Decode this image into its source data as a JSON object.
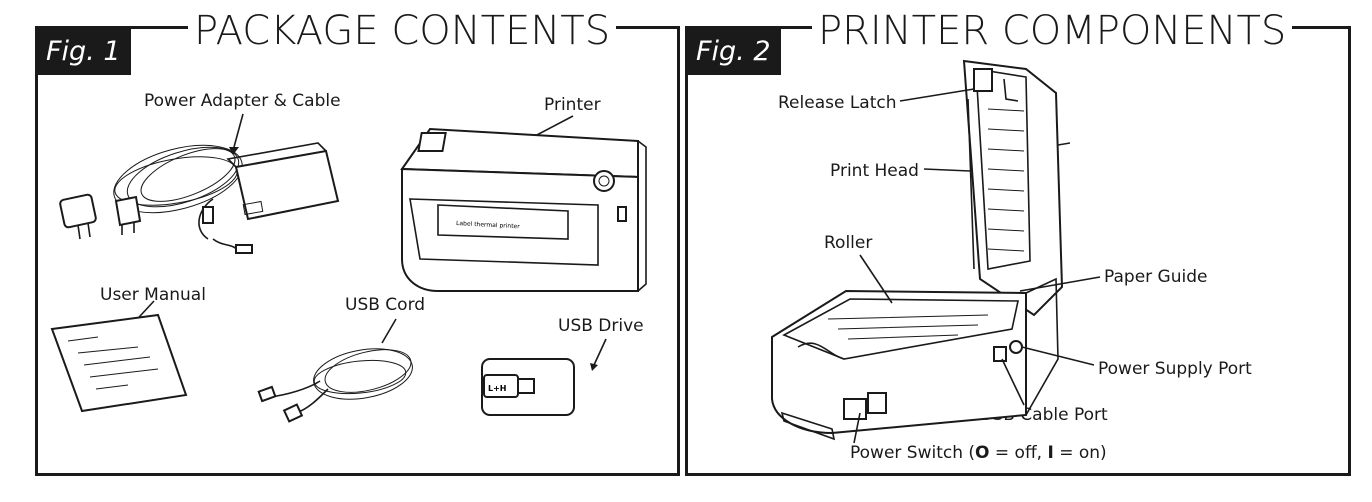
{
  "fig1": {
    "badge": "Fig. 1",
    "title": "PACKAGE CONTENTS",
    "labels": {
      "power_adapter": "Power Adapter & Cable",
      "printer": "Printer",
      "user_manual": "User Manual",
      "usb_cord": "USB Cord",
      "usb_drive": "USB Drive"
    },
    "printer_text": "Label thermal printer",
    "drive_logo": "L+H"
  },
  "fig2": {
    "badge": "Fig. 2",
    "title": "PRINTER COMPONENTS",
    "labels": {
      "release_latch": "Release Latch",
      "print_head": "Print Head",
      "roller": "Roller",
      "paper_guide": "Paper Guide",
      "power_supply_port": "Power Supply Port",
      "usb_cable_port": "USB Cable Port"
    },
    "power_switch": {
      "prefix": "Power Switch (",
      "off_symbol": "O",
      "off_text": " = off, ",
      "on_symbol": "I",
      "on_text": " = on)"
    }
  }
}
